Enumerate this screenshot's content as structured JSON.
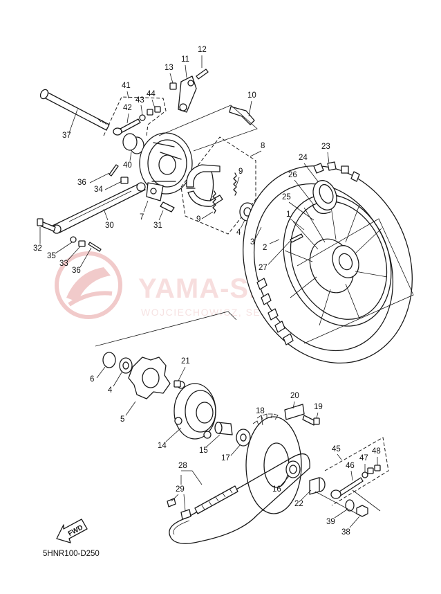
{
  "diagram_code": "5HNR100-D250",
  "fwd_label": "FWD",
  "watermark": {
    "title": "YAMA-SERWIS",
    "subtitle": "WOJCIECHOWICZ, SERWIS YAMAHA",
    "color": "#e9a3a3"
  },
  "callouts": {
    "c1": "1",
    "c2": "2",
    "c3": "3",
    "c4": "4",
    "c4b": "4",
    "c5": "5",
    "c6": "6",
    "c7": "7",
    "c8": "8",
    "c9a": "9",
    "c9b": "9",
    "c10": "10",
    "c11": "11",
    "c12": "12",
    "c13": "13",
    "c14": "14",
    "c15": "15",
    "c16": "16",
    "c17": "17",
    "c18": "18",
    "c19": "19",
    "c20": "20",
    "c21": "21",
    "c22": "22",
    "c23": "23",
    "c24": "24",
    "c25": "25",
    "c26": "26",
    "c27": "27",
    "c28": "28",
    "c29": "29",
    "c30": "30",
    "c31": "31",
    "c32": "32",
    "c33": "33",
    "c34": "34",
    "c35": "35",
    "c36a": "36",
    "c36b": "36",
    "c37": "37",
    "c38": "38",
    "c39": "39",
    "c40": "40",
    "c41": "41",
    "c42": "42",
    "c43": "43",
    "c44": "44",
    "c45": "45",
    "c46": "46",
    "c47": "47",
    "c48": "48"
  }
}
